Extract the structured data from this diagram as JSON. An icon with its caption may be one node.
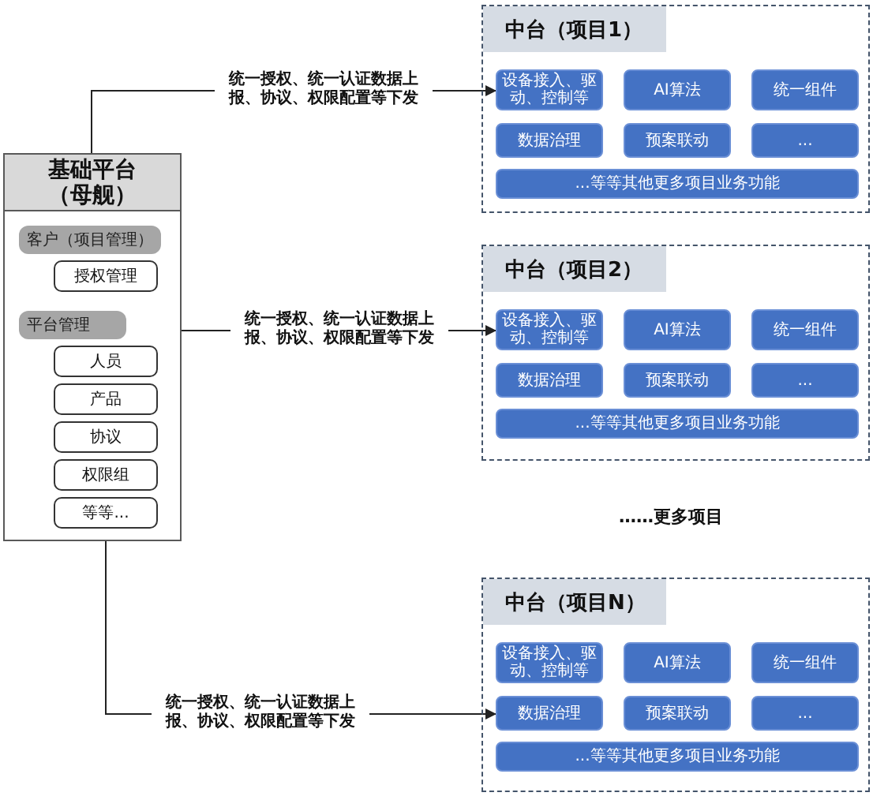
{
  "diagram": {
    "nodes": [
      {
        "text": [
          "基础平台（母舰）"
        ]
      },
      {
        "text": [
          "客户（项目管理）"
        ],
        "in": 0
      },
      {
        "text": [
          "授权管理"
        ],
        "in": 0
      },
      {
        "text": [
          "平台管理"
        ],
        "in": 0
      },
      {
        "text": [
          "人员"
        ],
        "in": 0
      },
      {
        "text": [
          "产品"
        ],
        "in": 0
      },
      {
        "text": [
          "协议"
        ],
        "in": 0
      },
      {
        "text": [
          "权限组"
        ],
        "in": 0
      },
      {
        "text": [
          "等等..."
        ],
        "in": 0
      },
      {
        "text": [
          "中台（项目1）"
        ]
      },
      {
        "text": [
          "设备接入、驱动、控制等"
        ],
        "in": 9
      },
      {
        "text": [
          "AI算法"
        ],
        "in": 9
      },
      {
        "text": [
          "统一组件"
        ],
        "in": 9
      },
      {
        "text": [
          "数据治理"
        ],
        "in": 9
      },
      {
        "text": [
          "预案联动"
        ],
        "in": 9
      },
      {
        "text": [
          "..."
        ],
        "in": 9
      },
      {
        "text": [
          "...等等其他更多项目业务功能"
        ],
        "in": 9
      },
      {
        "text": [
          "中台（项目2）"
        ]
      },
      {
        "text": [
          "设备接入、驱动、控制等"
        ],
        "in": 17
      },
      {
        "text": [
          "AI算法"
        ],
        "in": 17
      },
      {
        "text": [
          "统一组件"
        ],
        "in": 17
      },
      {
        "text": [
          "数据治理"
        ],
        "in": 17
      },
      {
        "text": [
          "预案联动"
        ],
        "in": 17
      },
      {
        "text": [
          "..."
        ],
        "in": 17
      },
      {
        "text": [
          "...等等其他更多项目业务功能"
        ],
        "in": 17
      },
      {
        "text": [
          "中台（项目N）"
        ]
      },
      {
        "text": [
          "设备接入、驱动、控制等"
        ],
        "in": 25
      },
      {
        "text": [
          "AI算法"
        ],
        "in": 25
      },
      {
        "text": [
          "统一组件"
        ],
        "in": 25
      },
      {
        "text": [
          "数据治理"
        ],
        "in": 25
      },
      {
        "text": [
          "预案联动"
        ],
        "in": 25
      },
      {
        "text": [
          "..."
        ],
        "in": 25
      },
      {
        "text": [
          "...等等其他更多项目业务功能"
        ],
        "in": 25
      }
    ],
    "edges": [
      {
        "from": 0,
        "to": 10,
        "arrow": "to",
        "label": "统一授权、统一认证数据上报、协议、权限配置等下发"
      },
      {
        "from": 0,
        "to": 18,
        "arrow": "to",
        "label": "统一授权、统一认证数据上报、协议、权限配置等下发"
      },
      {
        "from": 0,
        "to": 29,
        "arrow": "to",
        "label": "统一授权、统一认证数据上报、协议、权限配置等下发"
      }
    ],
    "labels": [
      "……更多项目"
    ]
  }
}
